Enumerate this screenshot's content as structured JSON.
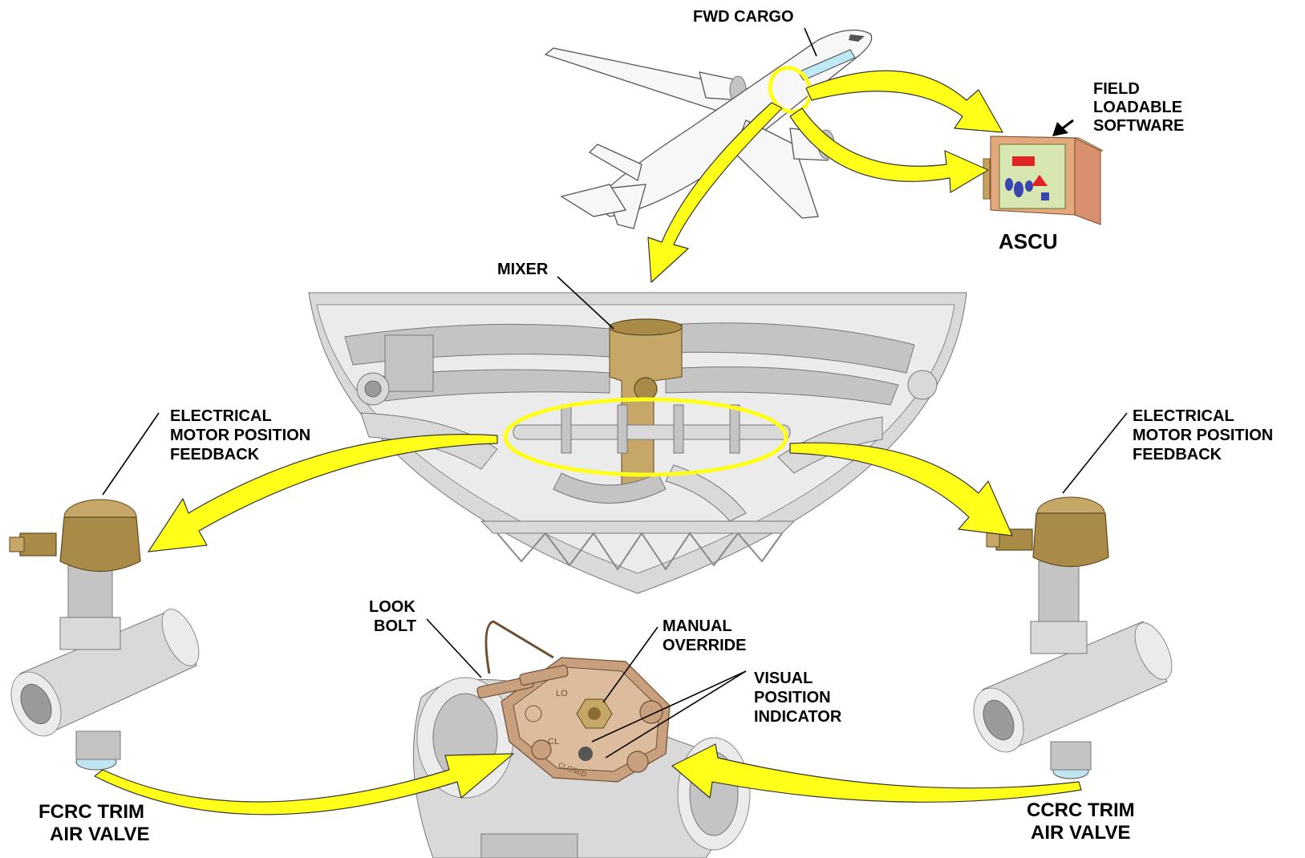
{
  "labels": {
    "fwd_cargo": "FWD CARGO",
    "field_loadable": [
      "FIELD",
      "LOADABLE",
      "SOFTWARE"
    ],
    "ascu": "ASCU",
    "mixer": "MIXER",
    "elec_left": [
      "ELECTRICAL",
      "MOTOR POSITION",
      "FEEDBACK"
    ],
    "elec_right": [
      "ELECTRICAL",
      "MOTOR POSITION",
      "FEEDBACK"
    ],
    "look_bolt": [
      "LOOK",
      "BOLT"
    ],
    "manual_override": [
      "MANUAL",
      "OVERRIDE"
    ],
    "visual_position": [
      "VISUAL",
      "POSITION",
      "INDICATOR"
    ],
    "fcrc": [
      "FCRC TRIM",
      "AIR VALVE"
    ],
    "ccrc": [
      "CCRC TRIM",
      "AIR VALVE"
    ],
    "valve_markings": [
      "LO",
      "CL",
      "CLOSED"
    ]
  },
  "colors": {
    "arrow_fill": "#ffff1a",
    "valve_brass": "#a98a46",
    "valve_tan": "#c9a07e",
    "ascu_red": "#d99070",
    "ascu_green": "#d8e6b2",
    "metal_grey": "#d9d9d9"
  }
}
